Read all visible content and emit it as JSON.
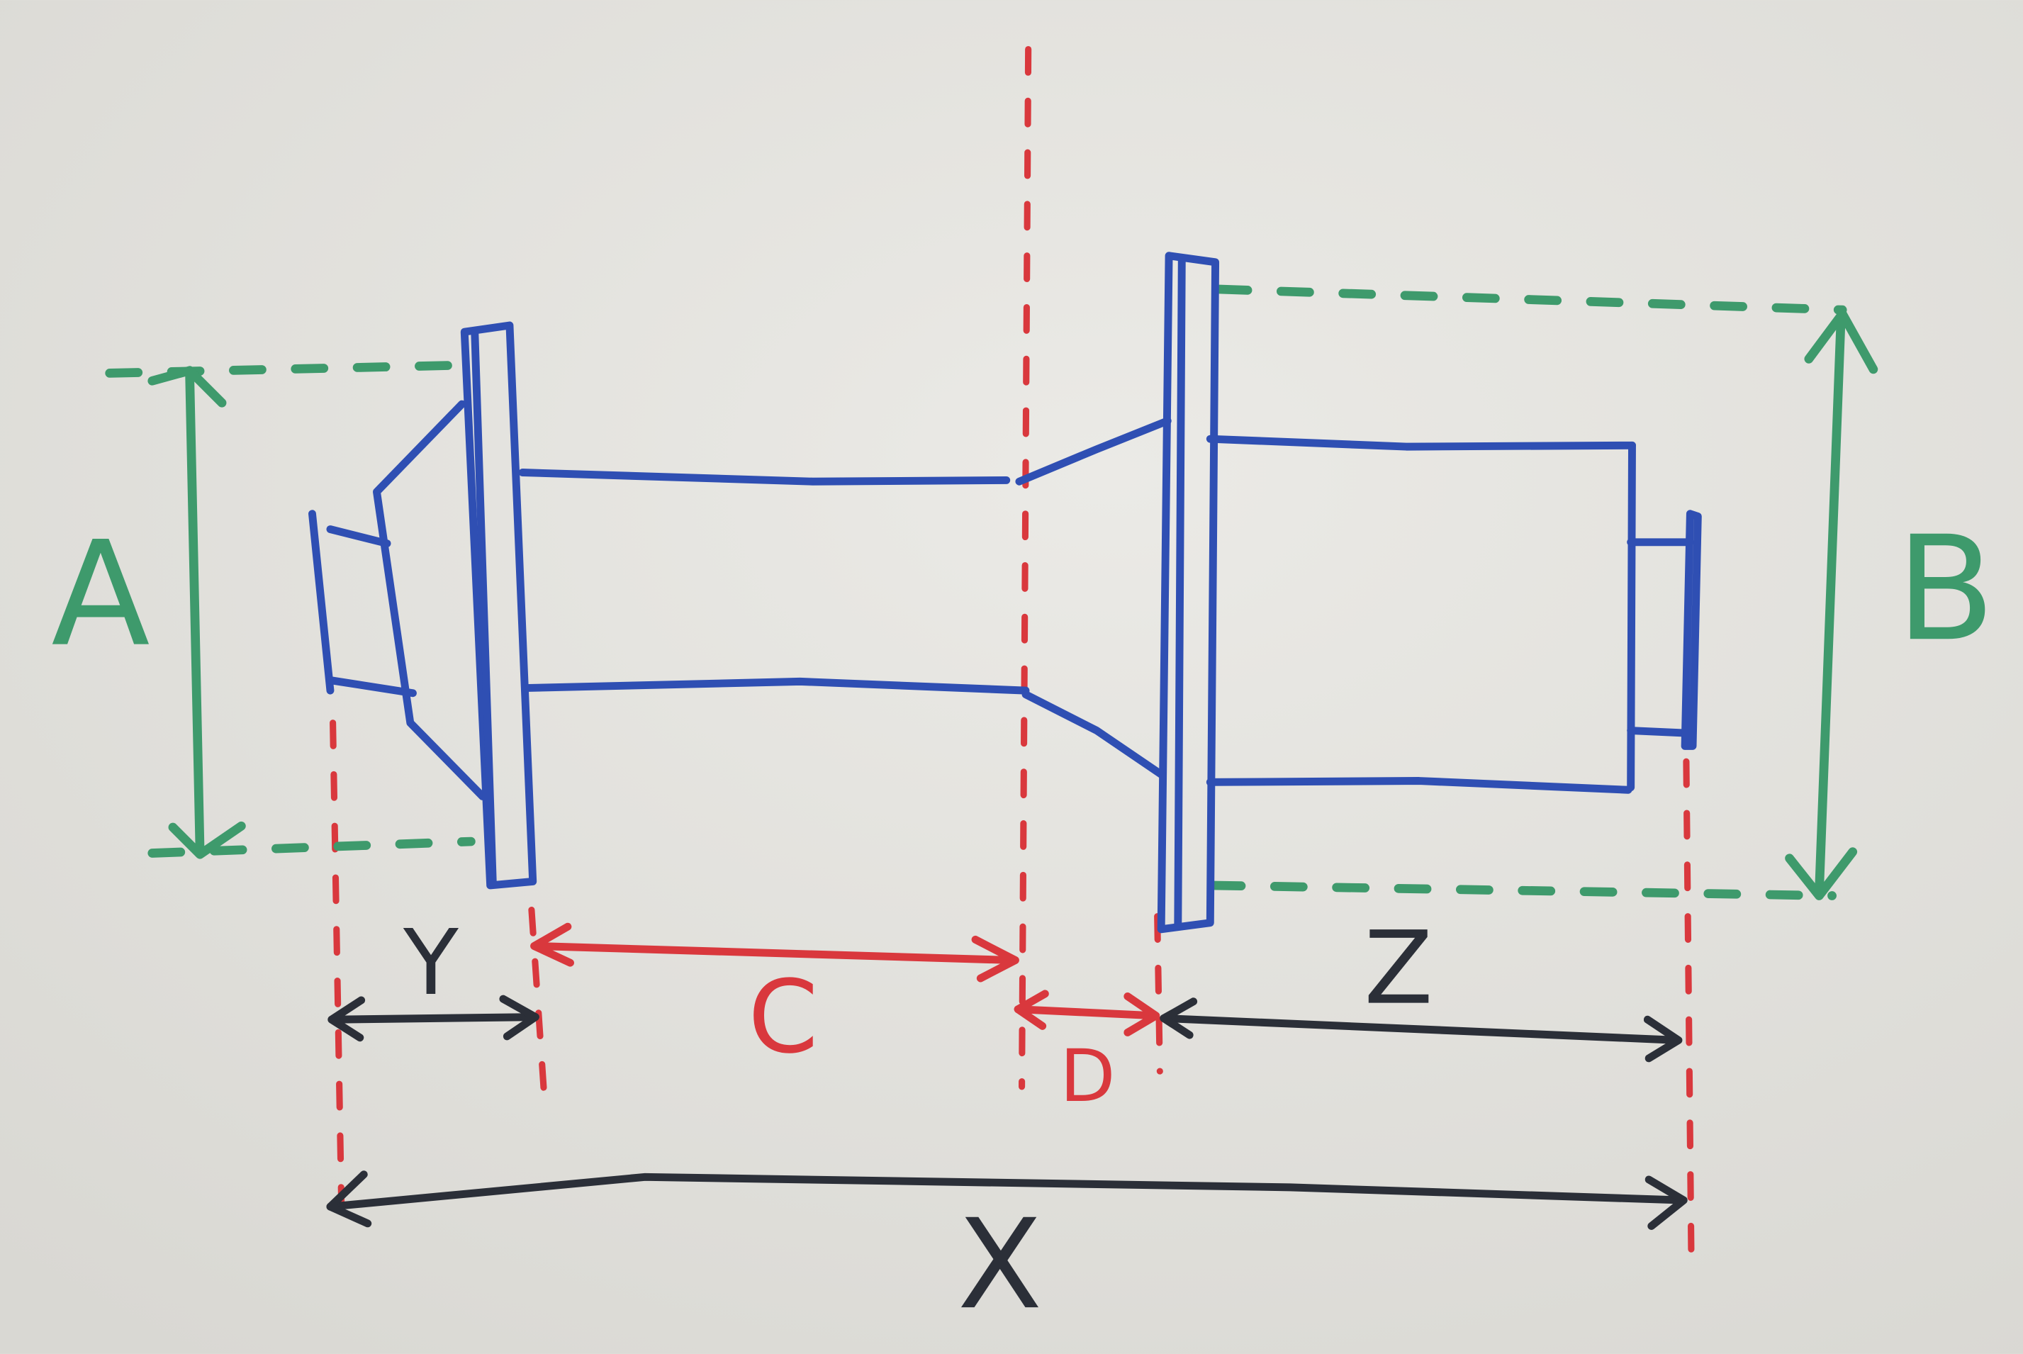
{
  "labels": {
    "A": "A",
    "B": "B",
    "C": "C",
    "D": "D",
    "X": "X",
    "Y": "Y",
    "Z": "Z"
  },
  "colors": {
    "board": "#e2e1dc",
    "part": "#2f4fb3",
    "red": "#d9383d",
    "green": "#3e9a6c",
    "dark": "#2b2f38"
  }
}
